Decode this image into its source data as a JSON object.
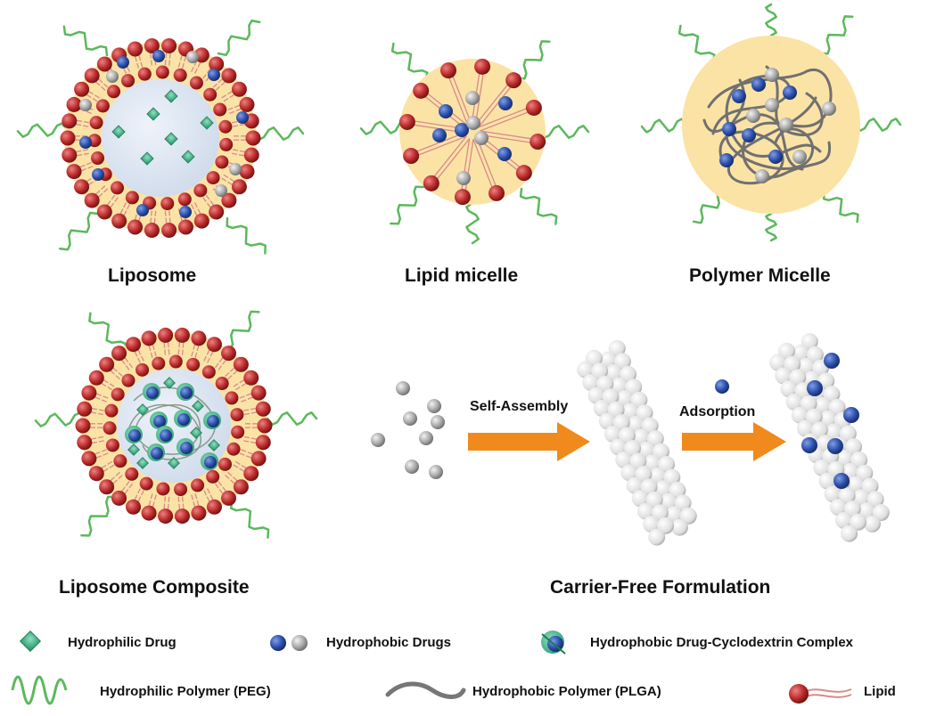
{
  "panels": {
    "liposome": "Liposome",
    "lipid_micelle": "Lipid micelle",
    "polymer_micelle": "Polymer Micelle",
    "liposome_composite": "Liposome Composite",
    "carrier_free": "Carrier-Free Formulation"
  },
  "arrows": {
    "self_assembly": "Self-Assembly",
    "adsorption": "Adsorption"
  },
  "legend": {
    "hydrophilic_drug": "Hydrophilic Drug",
    "hydrophobic_drugs": "Hydrophobic Drugs",
    "complex": "Hydrophobic Drug-Cyclodextrin Complex",
    "peg": "Hydrophilic Polymer (PEG)",
    "plga": "Hydrophobic Polymer (PLGA)",
    "lipid": "Lipid"
  },
  "colors": {
    "lipid_head": "#b72a2a",
    "lipid_tail": "#d98a8a",
    "core_fill": "#fbe3a6",
    "aqueous_core": "#d9e4f2",
    "drug_blue": "#2c4ea8",
    "drug_gray": "#a8a8a8",
    "hydrophilic_drug": "#3aa06a",
    "peg_green": "#5cb85c",
    "plga_gray": "#777777",
    "arrow_orange": "#f08a1c"
  }
}
